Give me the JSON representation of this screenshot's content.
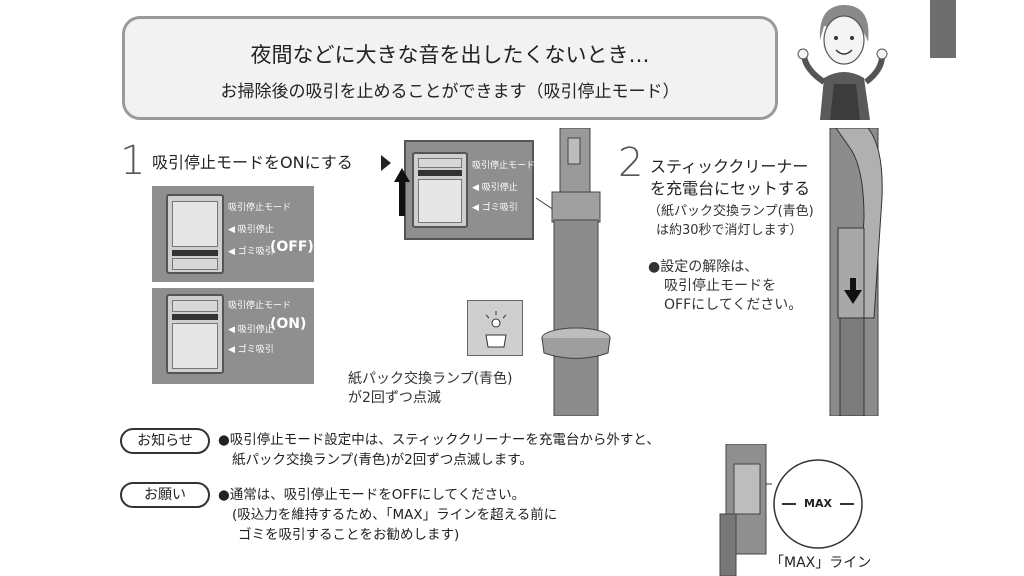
{
  "header": {
    "title": "夜間などに大きな音を出したくないとき…",
    "subtitle": "お掃除後の吸引を止めることができます（吸引停止モード）"
  },
  "step1": {
    "number": "1",
    "text": "吸引停止モードをONにする",
    "switch_labels": {
      "mode": "吸引停止モード",
      "stop": "◀ 吸引停止",
      "dust": "◀ ゴミ吸引"
    },
    "off_label": "(OFF)",
    "on_label": "(ON)",
    "lamp_caption_1": "紙パック交換ランプ(青色)",
    "lamp_caption_2": "が2回ずつ点滅"
  },
  "step2": {
    "number": "2",
    "text_1": "スティッククリーナー",
    "text_2": "を充電台にセットする",
    "note_1": "（紙パック交換ランプ(青色)",
    "note_2": "は約30秒で消灯します）",
    "cancel_1": "●設定の解除は、",
    "cancel_2": "吸引停止モードを",
    "cancel_3": "OFFにしてください。"
  },
  "notice": {
    "label": "お知らせ",
    "line_1": "●吸引停止モード設定中は、スティッククリーナーを充電台から外すと、",
    "line_2": "紙パック交換ランプ(青色)が2回ずつ点滅します。"
  },
  "request": {
    "label": "お願い",
    "line_1": "●通常は、吸引停止モードをOFFにしてください。",
    "line_2": "(吸込力を維持するため、「MAX」ラインを超える前に",
    "line_3": "ゴミを吸引することをお勧めします)"
  },
  "max": {
    "label": "MAX",
    "caption": "「MAX」ライン"
  },
  "colors": {
    "panel": "#8f8f8f",
    "border": "#9a9a9a",
    "tab": "#6e6e6e"
  }
}
